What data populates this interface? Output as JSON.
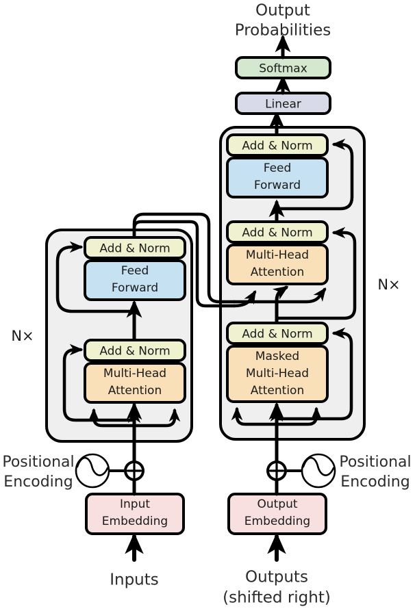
{
  "figure": {
    "title_top": "Output\nProbabilities",
    "type": "transformer-architecture-diagram"
  },
  "labels": {
    "output_probabilities_line1": "Output",
    "output_probabilities_line2": "Probabilities",
    "inputs": "Inputs",
    "outputs_line1": "Outputs",
    "outputs_line2": "(shifted right)",
    "positional_encoding_left_line1": "Positional",
    "positional_encoding_left_line2": "Encoding",
    "positional_encoding_right_line1": "Positional",
    "positional_encoding_right_line2": "Encoding",
    "nx_encoder": "N×",
    "nx_decoder": "N×"
  },
  "blocks": {
    "softmax": {
      "label": "Softmax",
      "color": "#d4e8d0"
    },
    "linear": {
      "label": "Linear",
      "color": "#d8dae8"
    },
    "input_embedding_line1": "Input",
    "input_embedding_line2": "Embedding",
    "output_embedding_line1": "Output",
    "output_embedding_line2": "Embedding",
    "embedding_color": "#f8dfe0",
    "add_norm": {
      "label": "Add & Norm",
      "color": "#eff1cf"
    },
    "feed_forward_line1": "Feed",
    "feed_forward_line2": "Forward",
    "feed_forward_color": "#c6e2f2",
    "multi_head_line1": "Multi-Head",
    "multi_head_line2": "Attention",
    "masked_line1": "Masked",
    "masked_line2": "Multi-Head",
    "masked_line3": "Attention",
    "attention_color": "#fae0b9",
    "stack_bg": "#efefef"
  },
  "encoder": {
    "name": "encoder-stack",
    "sublayers": [
      {
        "name": "multi-head-attention",
        "label": "Multi-Head Attention"
      },
      {
        "name": "add-norm-1",
        "label": "Add & Norm"
      },
      {
        "name": "feed-forward",
        "label": "Feed Forward"
      },
      {
        "name": "add-norm-2",
        "label": "Add & Norm"
      }
    ]
  },
  "decoder": {
    "name": "decoder-stack",
    "sublayers": [
      {
        "name": "masked-multi-head-attention",
        "label": "Masked Multi-Head Attention"
      },
      {
        "name": "add-norm-1",
        "label": "Add & Norm"
      },
      {
        "name": "cross-multi-head-attention",
        "label": "Multi-Head Attention"
      },
      {
        "name": "add-norm-2",
        "label": "Add & Norm"
      },
      {
        "name": "feed-forward",
        "label": "Feed Forward"
      },
      {
        "name": "add-norm-3",
        "label": "Add & Norm"
      }
    ]
  },
  "icons": {
    "sum_symbol": "⊕",
    "sine_wave": "sine-wave-icon"
  }
}
